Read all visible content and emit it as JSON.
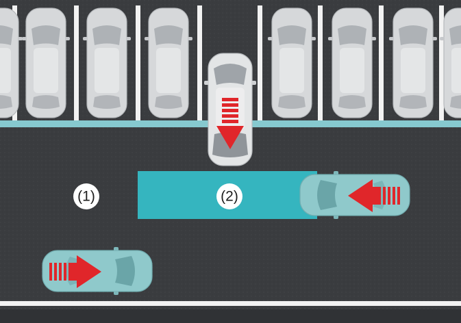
{
  "zones": [
    {
      "id": "zone-1",
      "label": "(1)"
    },
    {
      "id": "zone-2",
      "label": "(2)"
    }
  ],
  "colors": {
    "asphalt": "#3b3d40",
    "parking_lines": "#f2f2f2",
    "curb": "#86c9cf",
    "detection_zone": "#35b5bf",
    "parked_car": "#d7d9db",
    "reversing_car": "#e3e5e6",
    "moving_car": "#8fc9cb",
    "arrow": "#e0262a"
  },
  "icons": [
    "parked-car-icon",
    "reversing-car-icon",
    "approaching-car-icon",
    "direction-arrow-icon"
  ]
}
